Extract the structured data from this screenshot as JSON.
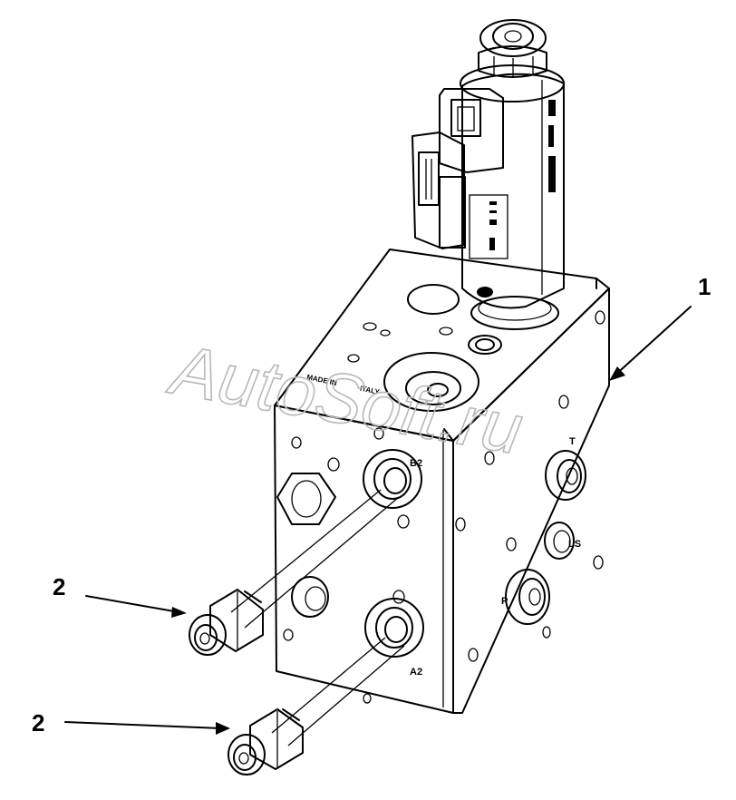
{
  "watermark": "AutoSoft.ru",
  "callouts": {
    "valve_block": "1",
    "fitting_upper": "2",
    "fitting_lower": "2"
  },
  "port_labels": {
    "b2": "B2",
    "a2": "A2",
    "t": "T",
    "p": "P",
    "ls": "LS"
  },
  "body_marks": {
    "line1": "ITALY",
    "line2": "MADE IN"
  }
}
